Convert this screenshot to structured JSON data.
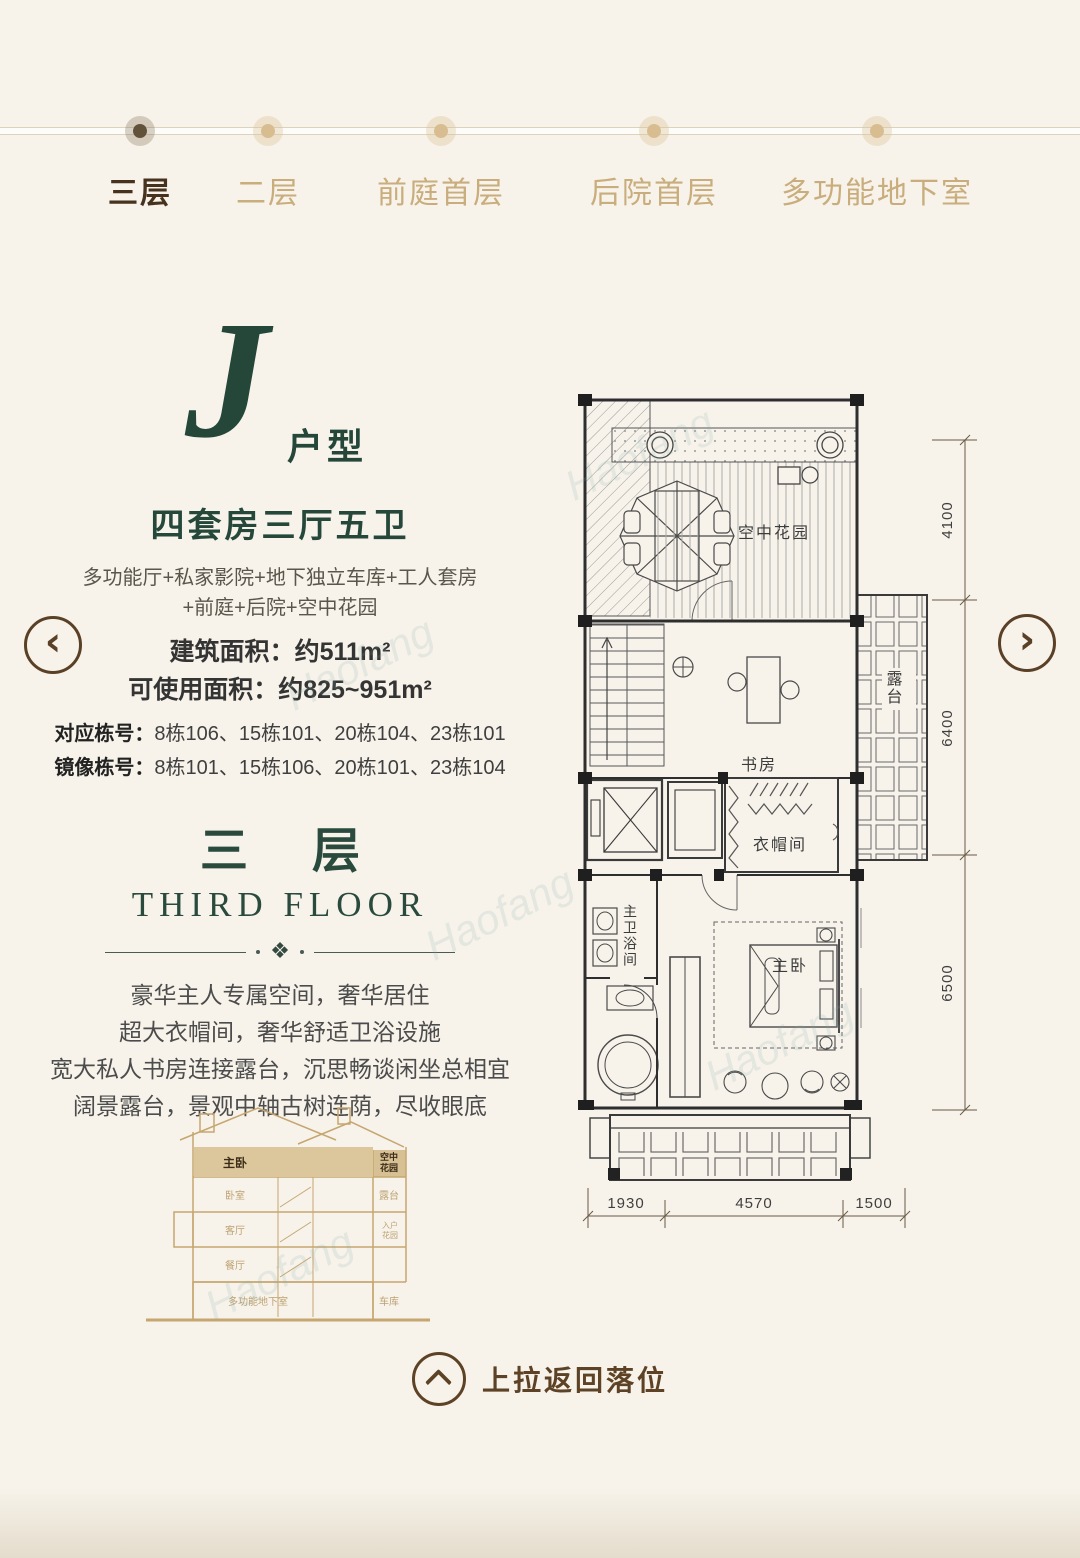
{
  "colors": {
    "background": "#f7f3ea",
    "accent_green": "#24473a",
    "accent_brown": "#5d4226",
    "tab_active": "#46321d",
    "tab_inactive": "#c9ad7c",
    "plan_line": "#3a3a3a",
    "section_tan": "#c6a670"
  },
  "nav": {
    "tabs": [
      {
        "label": "三层",
        "active": true
      },
      {
        "label": "二层",
        "active": false
      },
      {
        "label": "前庭首层",
        "active": false
      },
      {
        "label": "后院首层",
        "active": false
      },
      {
        "label": "多功能地下室",
        "active": false
      }
    ]
  },
  "icons": {
    "prev": "‹",
    "next": "›",
    "ornament": "❖"
  },
  "unit": {
    "monogram": "J",
    "monogram_suffix": "户型",
    "headline": "四套房三厅五卫",
    "features_line1": "多功能厅+私家影院+地下独立车库+工人套房",
    "features_line2": "+前庭+后院+空中花园",
    "built_area_label": "建筑面积：",
    "built_area_value": "约511m²",
    "usable_area_label": "可使用面积：",
    "usable_area_value": "约825~951m²",
    "buildings_label": "对应栋号：",
    "buildings_value": "8栋106、15栋101、20栋104、23栋101",
    "mirror_label": "镜像栋号：",
    "mirror_value": "8栋101、15栋106、20栋101、23栋104"
  },
  "floor": {
    "title_cn": "三 层",
    "title_en": "THIRD FLOOR",
    "desc": [
      "豪华主人专属空间，奢华居住",
      "超大衣帽间，奢华舒适卫浴设施",
      "宽大私人书房连接露台，沉思畅谈闲坐总相宜",
      "阔景露台，景观中轴古树连荫，尽收眼底"
    ]
  },
  "floorplan": {
    "rooms": {
      "sky_garden": "空中花园",
      "study": "书房",
      "terrace": "露台",
      "cloakroom": "衣帽间",
      "master_bath": "主卫浴间",
      "master_bedroom": "主卧"
    },
    "dims": {
      "right": [
        "4100",
        "6400",
        "6500"
      ],
      "bottom": [
        "1930",
        "4570",
        "1500"
      ]
    }
  },
  "section": {
    "labels": {
      "master_bedroom": "主卧",
      "sky_garden_1": "空中",
      "sky_garden_2": "花园",
      "bedroom": "卧室",
      "terrace": "露台",
      "living": "客厅",
      "entry_garden_1": "入户",
      "entry_garden_2": "花园",
      "dining": "餐厅",
      "basement": "多功能地下室",
      "garage": "车库"
    }
  },
  "footer": {
    "action": "上拉返回落位"
  },
  "watermark": {
    "text": "Haofang"
  }
}
